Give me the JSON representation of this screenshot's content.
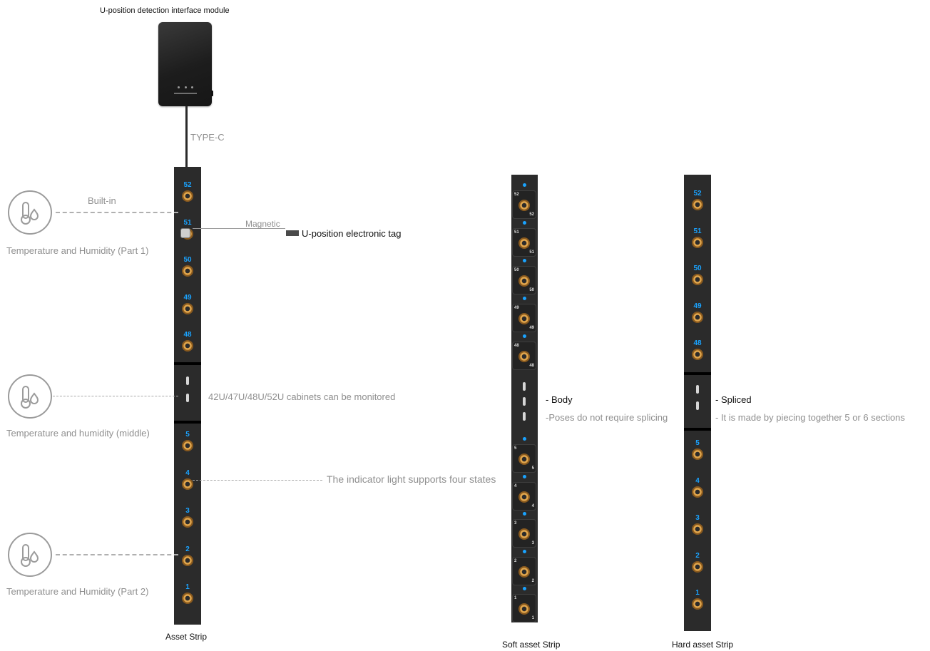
{
  "module": {
    "title": "U-position detection interface module"
  },
  "cable_label": "TYPE-C",
  "asset_strip": {
    "caption": "Asset Strip",
    "top_units": [
      "52",
      "51",
      "50",
      "49",
      "48"
    ],
    "bottom_units": [
      "5",
      "4",
      "3",
      "2",
      "1"
    ]
  },
  "soft_strip": {
    "caption": "Soft asset Strip",
    "top_units": [
      "52",
      "51",
      "50",
      "49",
      "48"
    ],
    "bottom_units": [
      "5",
      "4",
      "3",
      "2",
      "1"
    ],
    "note_title": "- Body",
    "note_desc": "-Poses do not require splicing"
  },
  "hard_strip": {
    "caption": "Hard asset Strip",
    "top_units": [
      "52",
      "51",
      "50",
      "49",
      "48"
    ],
    "bottom_units": [
      "5",
      "4",
      "3",
      "2",
      "1"
    ],
    "note_title": "- Spliced",
    "note_desc": "- It is made by piecing together 5 or 6 sections"
  },
  "sensors": {
    "part1": "Temperature and Humidity (Part 1)",
    "middle": "Temperature and humidity (middle)",
    "part2": "Temperature and Humidity (Part 2)",
    "builtin": "Built-in"
  },
  "annotations": {
    "magnetic": "Magnetic",
    "tag": "U-position electronic tag",
    "cabinets": "42U/47U/48U/52U cabinets can be monitored",
    "indicator": "The indicator light supports four states"
  },
  "colors": {
    "strip": "#2b2b2b",
    "unit_number": "#1aa3ff",
    "contact": "#e0a54c"
  }
}
